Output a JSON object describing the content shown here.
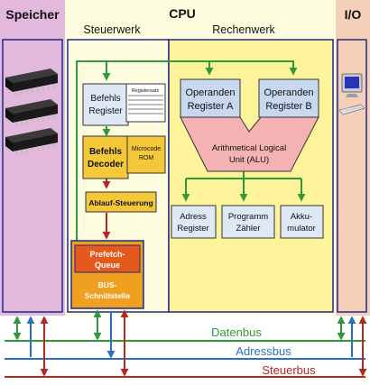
{
  "sections": {
    "memory": "Speicher",
    "cpu": "CPU",
    "control_unit": "Steuerwerk",
    "arithmetic_unit": "Rechenwerk",
    "io": "I/O"
  },
  "control": {
    "instruction_register_line1": "Befehls",
    "instruction_register_line2": "Register",
    "register_set": "Registersatz",
    "instruction_decoder_line1": "Befehls",
    "instruction_decoder_line2": "Decoder",
    "microcode_rom_line1": "Microcode",
    "microcode_rom_line2": "ROM",
    "sequencer": "Ablauf-Steuerung",
    "prefetch_line1": "Prefetch-",
    "prefetch_line2": "Queue",
    "bus_interface_line1": "BUS-",
    "bus_interface_line2": "Schnittstelle"
  },
  "arithmetic": {
    "operand_a_line1": "Operanden",
    "operand_a_line2": "Register A",
    "operand_b_line1": "Operanden",
    "operand_b_line2": "Register B",
    "alu_line1": "Arithmetical Logical",
    "alu_line2": "Unit (ALU)",
    "address_register_line1": "Adress",
    "address_register_line2": "Register",
    "program_counter_line1": "Programm",
    "program_counter_line2": "Zähler",
    "accumulator_line1": "Akku-",
    "accumulator_line2": "mulator"
  },
  "buses": {
    "data_bus": "Datenbus",
    "address_bus": "Adressbus",
    "control_bus": "Steuerbus"
  },
  "colors": {
    "memory_bg": "#e2b8dc",
    "cpu_bg": "#fffde0",
    "alu_area_bg": "#fcf39a",
    "io_bg": "#f6cfb8",
    "register_box": "#dfe8f5",
    "operand_box": "#c8d8f0",
    "alu_shape": "#f4b2b2",
    "decoder_box": "#f5c83a",
    "prefetch_box": "#e55a1c",
    "bus_interface_box": "#f0a020",
    "frame_blue": "#1e2a8a",
    "data_bus": "#2f9a3a",
    "address_bus": "#2b6fc0",
    "control_bus": "#b5281e"
  },
  "icons": [
    "memory-chip-icon",
    "computer-icon"
  ]
}
